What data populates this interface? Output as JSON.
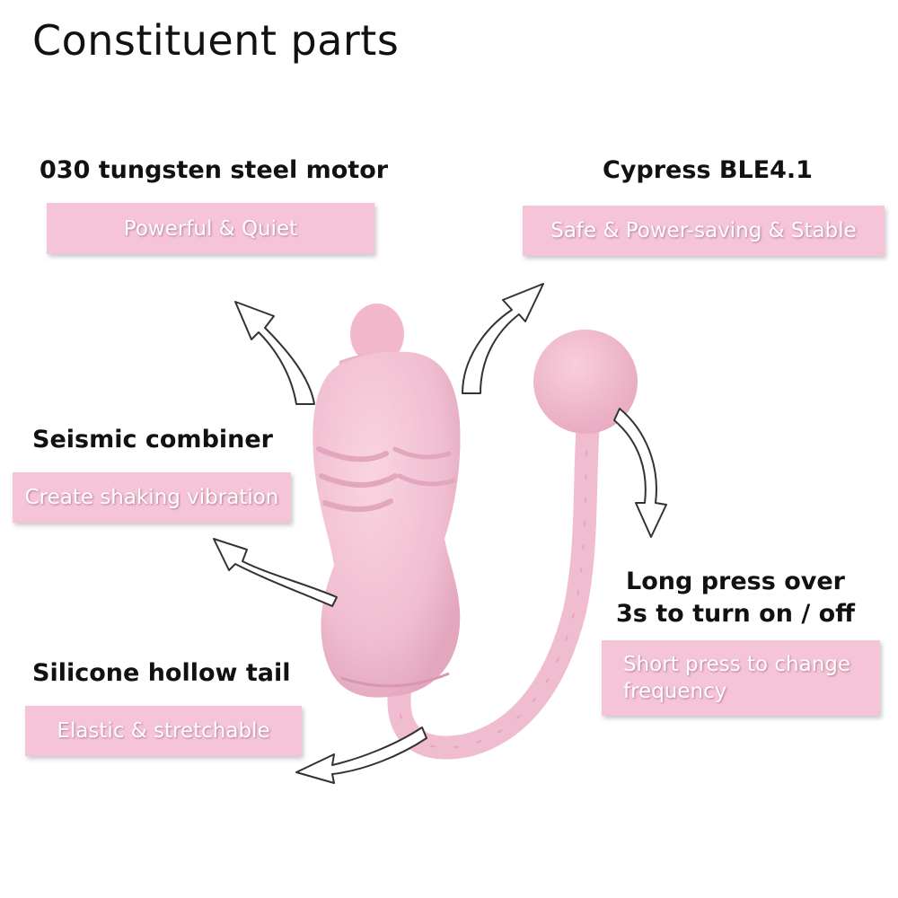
{
  "title": "Constituent parts",
  "parts": [
    {
      "heading": "030 tungsten steel motor",
      "label": "Powerful & Quiet"
    },
    {
      "heading": "Cypress BLE4.1",
      "label": "Safe & Power-saving & Stable"
    },
    {
      "heading": "Seismic combiner",
      "label": "Create shaking vibration"
    },
    {
      "heading": "Long press over 3s to turn on / off",
      "label": "Short press to change frequency"
    },
    {
      "heading": "Silicone hollow tail",
      "label": "Elastic & stretchable"
    }
  ],
  "colors": {
    "pill": "#f6c4d8",
    "product": "#f2c3d3",
    "product_shade": "#e3a9bf"
  }
}
